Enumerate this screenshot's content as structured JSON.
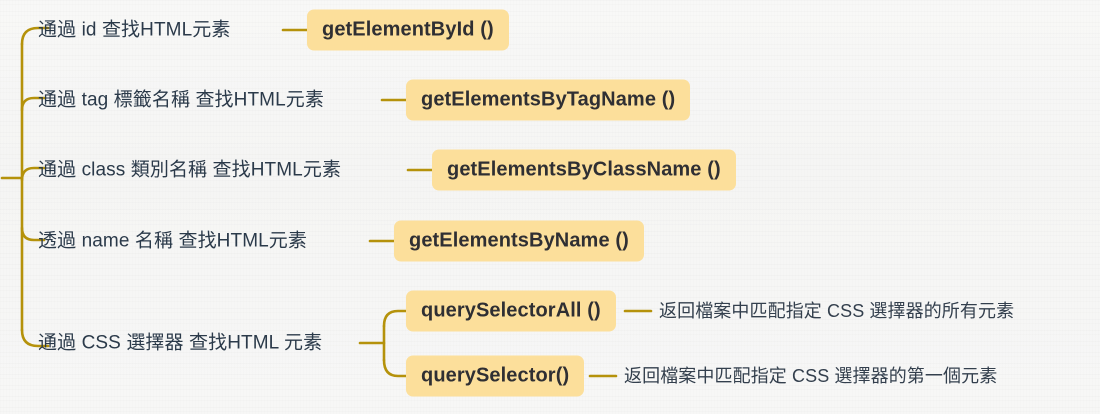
{
  "theme": {
    "background_color": "#f7f7f6",
    "branch_line_color": "#b5920b",
    "badge_background": "#fcdf9b",
    "badge_text_color": "#2f2f33",
    "label_text_color": "#2b3a4a",
    "description_text_color": "#333f4d"
  },
  "diagram": {
    "type": "mind-map",
    "branches": [
      {
        "id": "by-id",
        "label": "通過 id 查找HTML元素",
        "method": "getElementById ()"
      },
      {
        "id": "by-tag",
        "label": "通過 tag 標籤名稱 查找HTML元素",
        "method": "getElementsByTagName ()"
      },
      {
        "id": "by-class",
        "label": "通過 class 類別名稱 查找HTML元素",
        "method": "getElementsByClassName ()"
      },
      {
        "id": "by-name",
        "label": "透過 name 名稱 查找HTML元素",
        "method": "getElementsByName ()"
      },
      {
        "id": "by-css-selector",
        "label": "通過 CSS 選擇器 查找HTML 元素",
        "children": [
          {
            "id": "query-selector-all",
            "method": "querySelectorAll ()",
            "description": "返回檔案中匹配指定 CSS 選擇器的所有元素"
          },
          {
            "id": "query-selector",
            "method": "querySelector()",
            "description": "返回檔案中匹配指定 CSS 選擇器的第一個元素"
          }
        ]
      }
    ]
  }
}
